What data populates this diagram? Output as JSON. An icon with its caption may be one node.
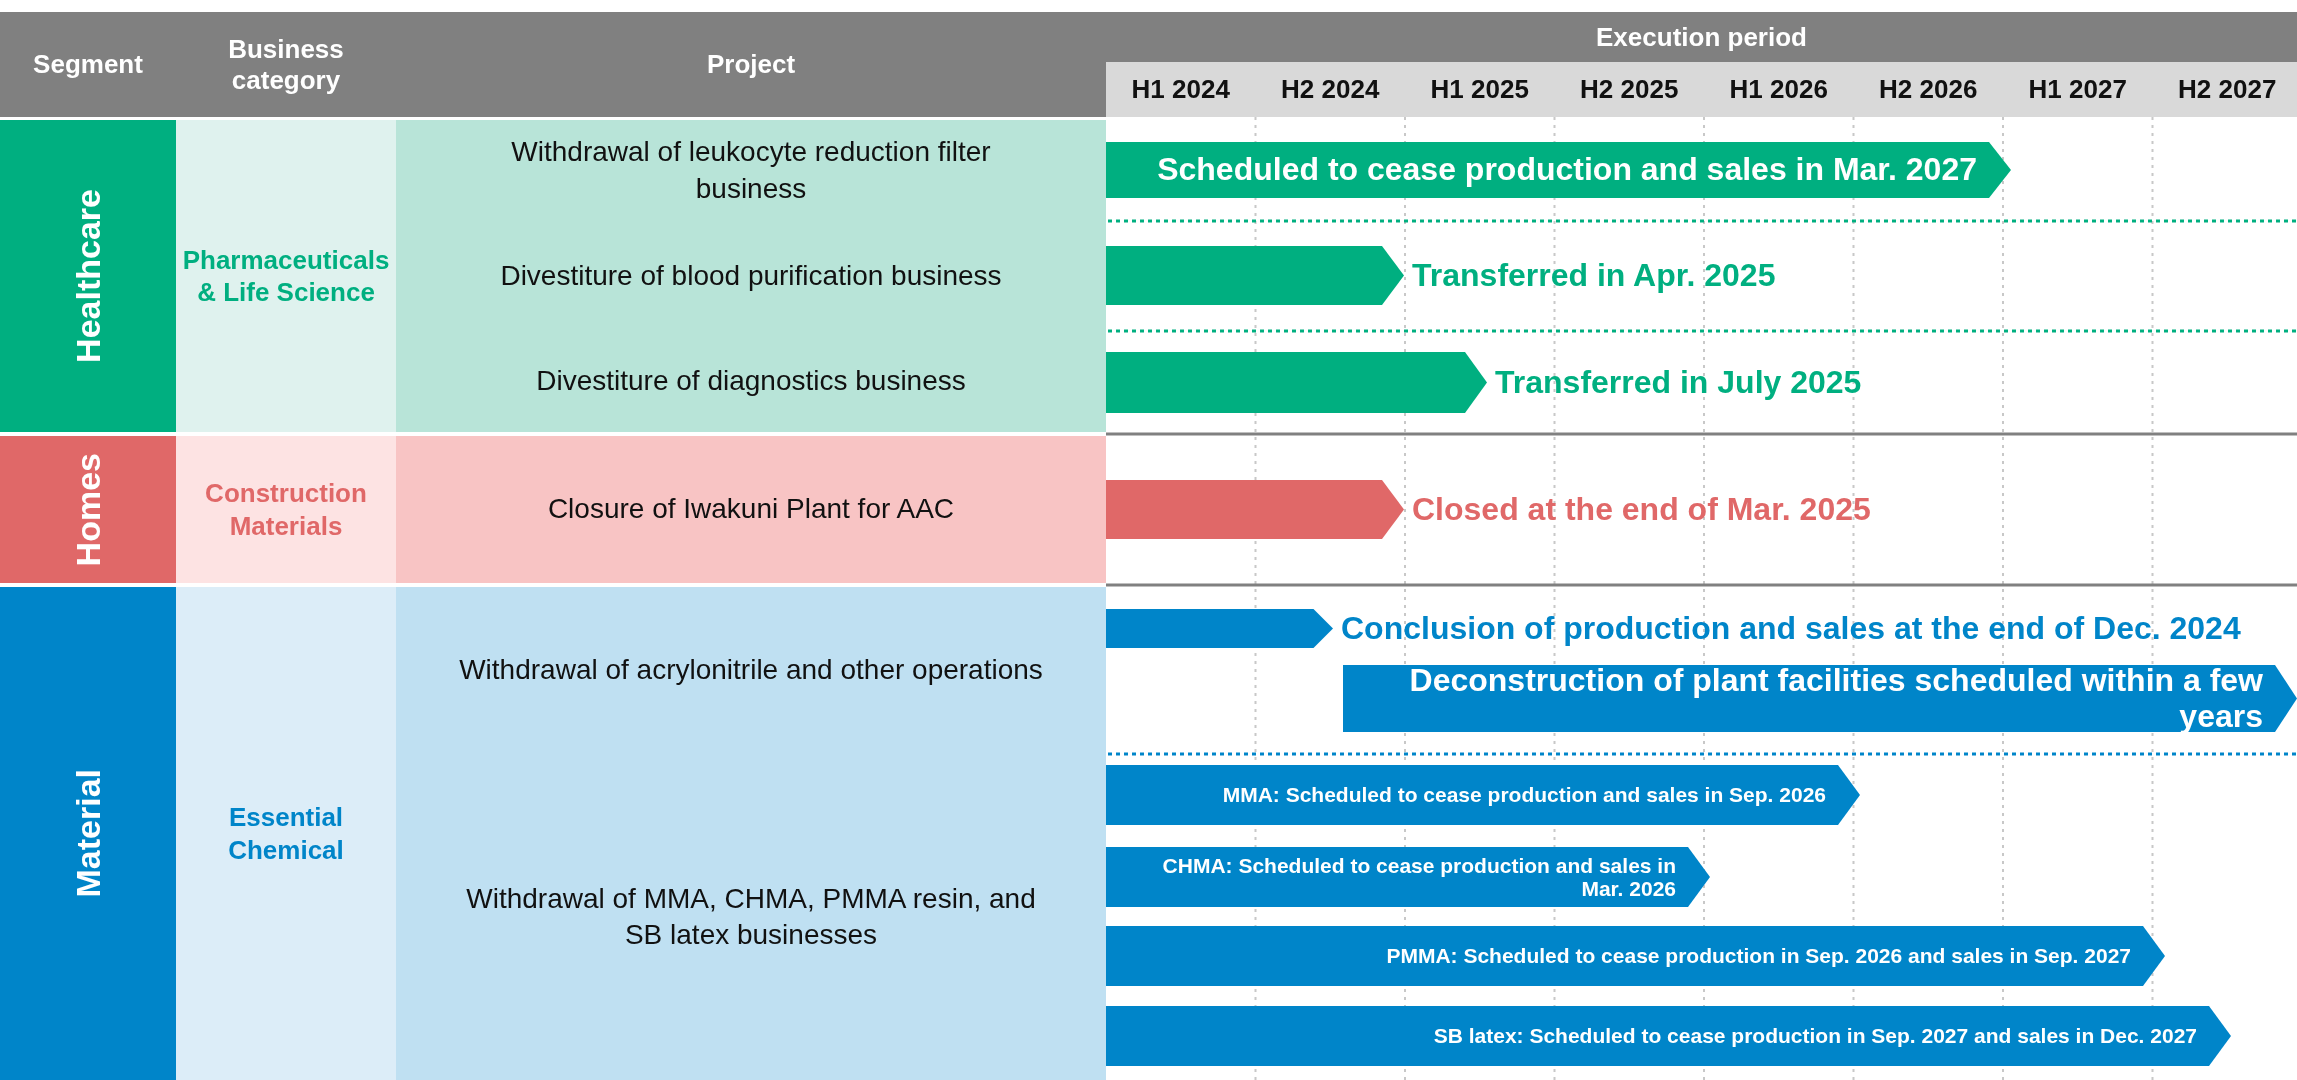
{
  "diagram": {
    "nodes": [
      {
        "text": [
          "Healthcare"
        ]
      },
      {
        "text": [
          "Pharmaceuticals & Life Science"
        ]
      },
      {
        "text": [
          "Withdrawal of leukocyte reduction filter business"
        ]
      },
      {
        "text": [
          "Scheduled to cease production and sales in Mar. 2027"
        ]
      },
      {
        "text": [
          "Divestiture of blood purification business"
        ]
      },
      {
        "text": [
          "Transferred in Apr. 2025"
        ]
      },
      {
        "text": [
          "Divestiture of diagnostics business"
        ]
      },
      {
        "text": [
          "Transferred in July 2025"
        ]
      },
      {
        "text": [
          "Homes"
        ]
      },
      {
        "text": [
          "Construction Materials"
        ]
      },
      {
        "text": [
          "Closure of Iwakuni Plant for AAC"
        ]
      },
      {
        "text": [
          "Closed at the end of Mar. 2025"
        ]
      },
      {
        "text": [
          "Material"
        ]
      },
      {
        "text": [
          "Essential Chemical"
        ]
      },
      {
        "text": [
          "Withdrawal of acrylonitrile and other operations"
        ]
      },
      {
        "text": [
          "Conclusion of production and sales at the end of Dec. 2024"
        ]
      },
      {
        "text": [
          "Deconstruction of plant facilities scheduled within a few years"
        ]
      },
      {
        "text": [
          "Withdrawal of MMA, CHMA, PMMA resin, and SB latex businesses"
        ]
      },
      {
        "text": [
          "MMA: Scheduled to cease production and sales in Sep. 2026"
        ]
      },
      {
        "text": [
          "CHMA: Scheduled to cease production and sales in Mar. 2026"
        ]
      },
      {
        "text": [
          "PMMA: Scheduled to cease production in Sep. 2026 and sales in Sep. 2027"
        ]
      },
      {
        "text": [
          "SB latex: Scheduled to cease production in Sep. 2027 and sales in Dec. 2027"
        ]
      }
    ],
    "labels": [
      "Segment",
      "Business category",
      "Project",
      "Execution period",
      "H1 2024",
      "H2 2024",
      "H1 2025",
      "H2 2025",
      "H1 2026",
      "H2 2026",
      "H1 2027",
      "H2 2027"
    ]
  }
}
